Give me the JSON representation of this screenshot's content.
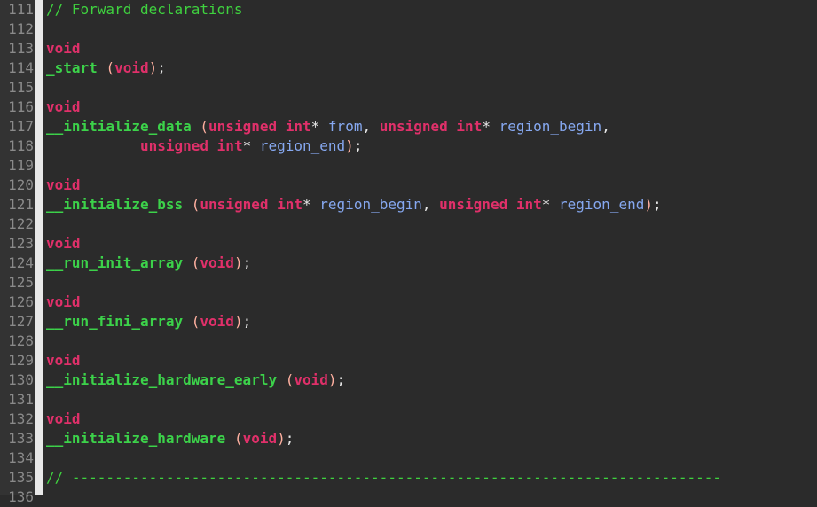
{
  "editor": {
    "line_numbers": [
      "111",
      "112",
      "113",
      "114",
      "115",
      "116",
      "117",
      "118",
      "119",
      "120",
      "121",
      "122",
      "123",
      "124",
      "125",
      "126",
      "127",
      "128",
      "129",
      "130",
      "131",
      "132",
      "133",
      "134",
      "135",
      "136"
    ],
    "lines": [
      [
        {
          "t": "comment",
          "v": "// Forward declarations"
        }
      ],
      [],
      [
        {
          "t": "kw",
          "v": "void"
        }
      ],
      [
        {
          "t": "fn",
          "v": "_start"
        },
        {
          "t": "punc",
          "v": " "
        },
        {
          "t": "paren",
          "v": "("
        },
        {
          "t": "kw",
          "v": "void"
        },
        {
          "t": "paren",
          "v": ")"
        },
        {
          "t": "punc",
          "v": ";"
        }
      ],
      [],
      [
        {
          "t": "kw",
          "v": "void"
        }
      ],
      [
        {
          "t": "fn",
          "v": "__initialize_data"
        },
        {
          "t": "punc",
          "v": " "
        },
        {
          "t": "paren",
          "v": "("
        },
        {
          "t": "kw",
          "v": "unsigned"
        },
        {
          "t": "punc",
          "v": " "
        },
        {
          "t": "kw",
          "v": "int"
        },
        {
          "t": "op",
          "v": "* "
        },
        {
          "t": "param",
          "v": "from"
        },
        {
          "t": "punc",
          "v": ", "
        },
        {
          "t": "kw",
          "v": "unsigned"
        },
        {
          "t": "punc",
          "v": " "
        },
        {
          "t": "kw",
          "v": "int"
        },
        {
          "t": "op",
          "v": "* "
        },
        {
          "t": "param",
          "v": "region_begin"
        },
        {
          "t": "punc",
          "v": ","
        }
      ],
      [
        {
          "t": "punc",
          "v": "           "
        },
        {
          "t": "kw",
          "v": "unsigned"
        },
        {
          "t": "punc",
          "v": " "
        },
        {
          "t": "kw",
          "v": "int"
        },
        {
          "t": "op",
          "v": "* "
        },
        {
          "t": "param",
          "v": "region_end"
        },
        {
          "t": "paren",
          "v": ")"
        },
        {
          "t": "punc",
          "v": ";"
        }
      ],
      [],
      [
        {
          "t": "kw",
          "v": "void"
        }
      ],
      [
        {
          "t": "fn",
          "v": "__initialize_bss"
        },
        {
          "t": "punc",
          "v": " "
        },
        {
          "t": "paren",
          "v": "("
        },
        {
          "t": "kw",
          "v": "unsigned"
        },
        {
          "t": "punc",
          "v": " "
        },
        {
          "t": "kw",
          "v": "int"
        },
        {
          "t": "op",
          "v": "* "
        },
        {
          "t": "param",
          "v": "region_begin"
        },
        {
          "t": "punc",
          "v": ", "
        },
        {
          "t": "kw",
          "v": "unsigned"
        },
        {
          "t": "punc",
          "v": " "
        },
        {
          "t": "kw",
          "v": "int"
        },
        {
          "t": "op",
          "v": "* "
        },
        {
          "t": "param",
          "v": "region_end"
        },
        {
          "t": "paren",
          "v": ")"
        },
        {
          "t": "punc",
          "v": ";"
        }
      ],
      [],
      [
        {
          "t": "kw",
          "v": "void"
        }
      ],
      [
        {
          "t": "fn",
          "v": "__run_init_array"
        },
        {
          "t": "punc",
          "v": " "
        },
        {
          "t": "paren",
          "v": "("
        },
        {
          "t": "kw",
          "v": "void"
        },
        {
          "t": "paren",
          "v": ")"
        },
        {
          "t": "punc",
          "v": ";"
        }
      ],
      [],
      [
        {
          "t": "kw",
          "v": "void"
        }
      ],
      [
        {
          "t": "fn",
          "v": "__run_fini_array"
        },
        {
          "t": "punc",
          "v": " "
        },
        {
          "t": "paren",
          "v": "("
        },
        {
          "t": "kw",
          "v": "void"
        },
        {
          "t": "paren",
          "v": ")"
        },
        {
          "t": "punc",
          "v": ";"
        }
      ],
      [],
      [
        {
          "t": "kw",
          "v": "void"
        }
      ],
      [
        {
          "t": "fn",
          "v": "__initialize_hardware_early"
        },
        {
          "t": "punc",
          "v": " "
        },
        {
          "t": "paren",
          "v": "("
        },
        {
          "t": "kw",
          "v": "void"
        },
        {
          "t": "paren",
          "v": ")"
        },
        {
          "t": "punc",
          "v": ";"
        }
      ],
      [],
      [
        {
          "t": "kw",
          "v": "void"
        }
      ],
      [
        {
          "t": "fn",
          "v": "__initialize_hardware"
        },
        {
          "t": "punc",
          "v": " "
        },
        {
          "t": "paren",
          "v": "("
        },
        {
          "t": "kw",
          "v": "void"
        },
        {
          "t": "paren",
          "v": ")"
        },
        {
          "t": "punc",
          "v": ";"
        }
      ],
      [],
      [
        {
          "t": "comment",
          "v": "// ----------------------------------------------------------------------------"
        }
      ],
      [
        {
          "t": "comment",
          "v": ""
        }
      ]
    ]
  }
}
